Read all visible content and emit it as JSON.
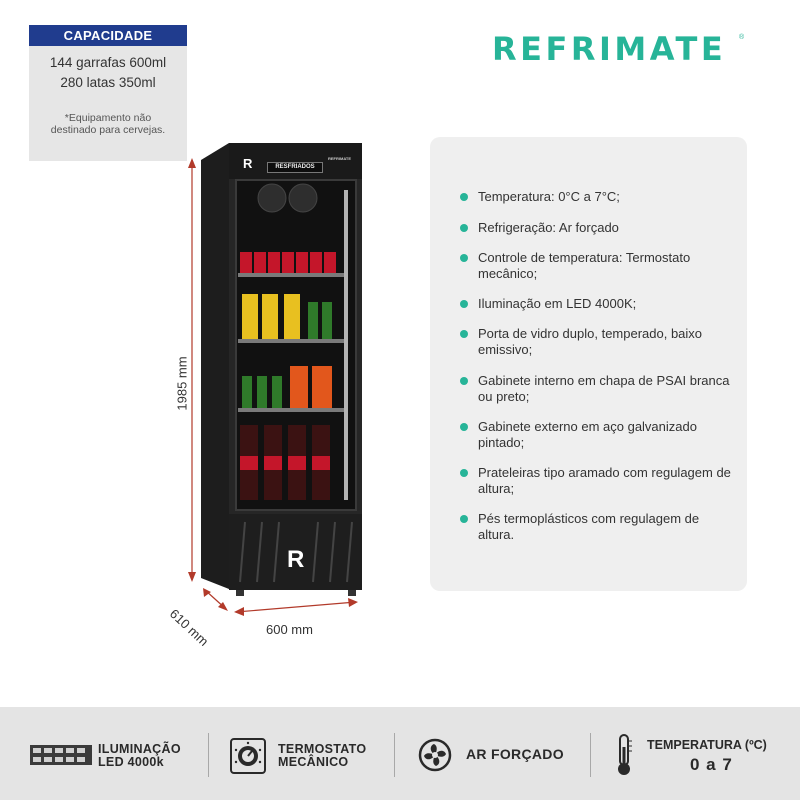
{
  "capacity": {
    "header": "CAPACIDADE",
    "line1": "144 garrafas 600ml",
    "line2": "280 latas 350ml",
    "note": "*Equipamento não destinado para cervejas."
  },
  "brand": {
    "name": "REFRIMATE",
    "registered": "®",
    "color": "#27b498"
  },
  "product": {
    "door_label": "RESFRIADOS",
    "top_brand": "REFRIMATE",
    "logo_letter": "R"
  },
  "dimensions": {
    "height": "1985 mm",
    "width": "600 mm",
    "depth": "610 mm"
  },
  "specs": [
    "Temperatura: 0°C a 7°C;",
    "Refrigeração: Ar forçado",
    "Controle de temperatura: Termostato mecânico;",
    "Iluminação em LED 4000K;",
    "Porta de vidro duplo, temperado, baixo emissivo;",
    "Gabinete interno em chapa de PSAI branca ou preto;",
    "Gabinete externo em aço galvanizado pintado;",
    "Prateleiras tipo aramado com regulagem de altura;",
    "Pés termoplásticos com regulagem de altura."
  ],
  "features": {
    "led": {
      "line1": "ILUMINAÇÃO",
      "line2": "LED 4000k",
      "icon": "led-strip-icon"
    },
    "thermostat": {
      "line1": "TERMOSTATO",
      "line2": "MECÂNICO",
      "icon": "thermostat-dial-icon"
    },
    "fan": {
      "label": "AR FORÇADO",
      "icon": "fan-icon"
    },
    "temperature": {
      "title": "TEMPERATURA (ºC)",
      "value": "0 a 7",
      "icon": "thermometer-icon"
    }
  },
  "colors": {
    "accent": "#27b498",
    "capacity_header": "#203c8e",
    "dimension_arrow": "#b23a2a"
  }
}
